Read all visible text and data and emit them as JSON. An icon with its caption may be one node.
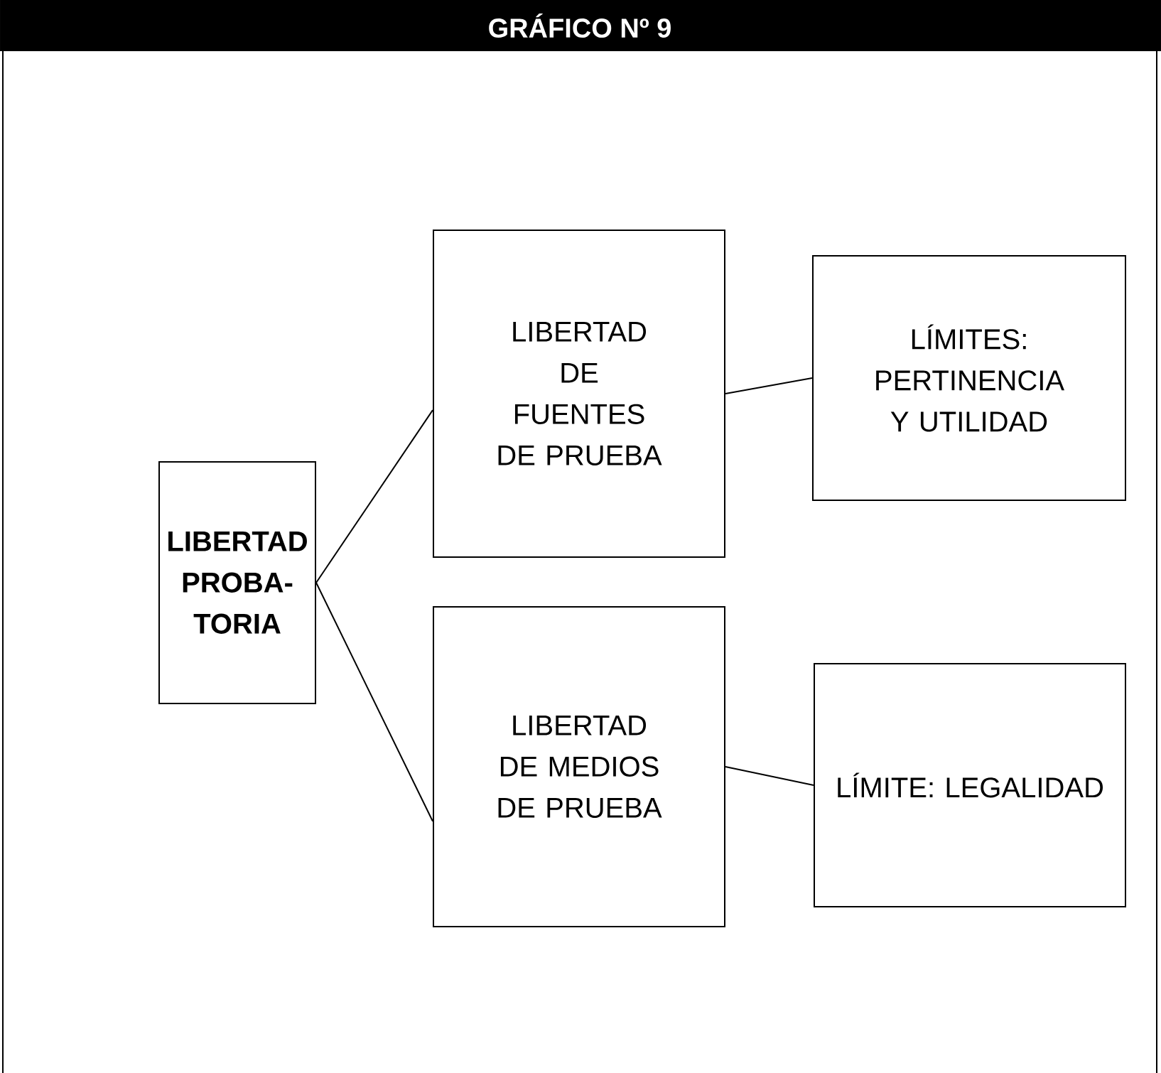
{
  "diagram": {
    "title": "GRÁFICO Nº 9",
    "nodes": [
      {
        "text": [
          "LIBERTAD PROBA- TORIA"
        ]
      },
      {
        "text": [
          "LIBERTAD DE FUENTES DE PRUEBA"
        ]
      },
      {
        "text": [
          "LÍMITES: PERTINENCIA Y UTILIDAD"
        ]
      },
      {
        "text": [
          "LIBERTAD DE MEDIOS DE PRUEBA"
        ]
      },
      {
        "text": [
          "LÍMITE: LEGALIDAD"
        ]
      }
    ],
    "edges": [
      {
        "from": 0,
        "to": 1,
        "arrow": "none"
      },
      {
        "from": 0,
        "to": 3,
        "arrow": "none"
      },
      {
        "from": 1,
        "to": 2,
        "arrow": "none"
      },
      {
        "from": 3,
        "to": 4,
        "arrow": "none"
      }
    ]
  }
}
